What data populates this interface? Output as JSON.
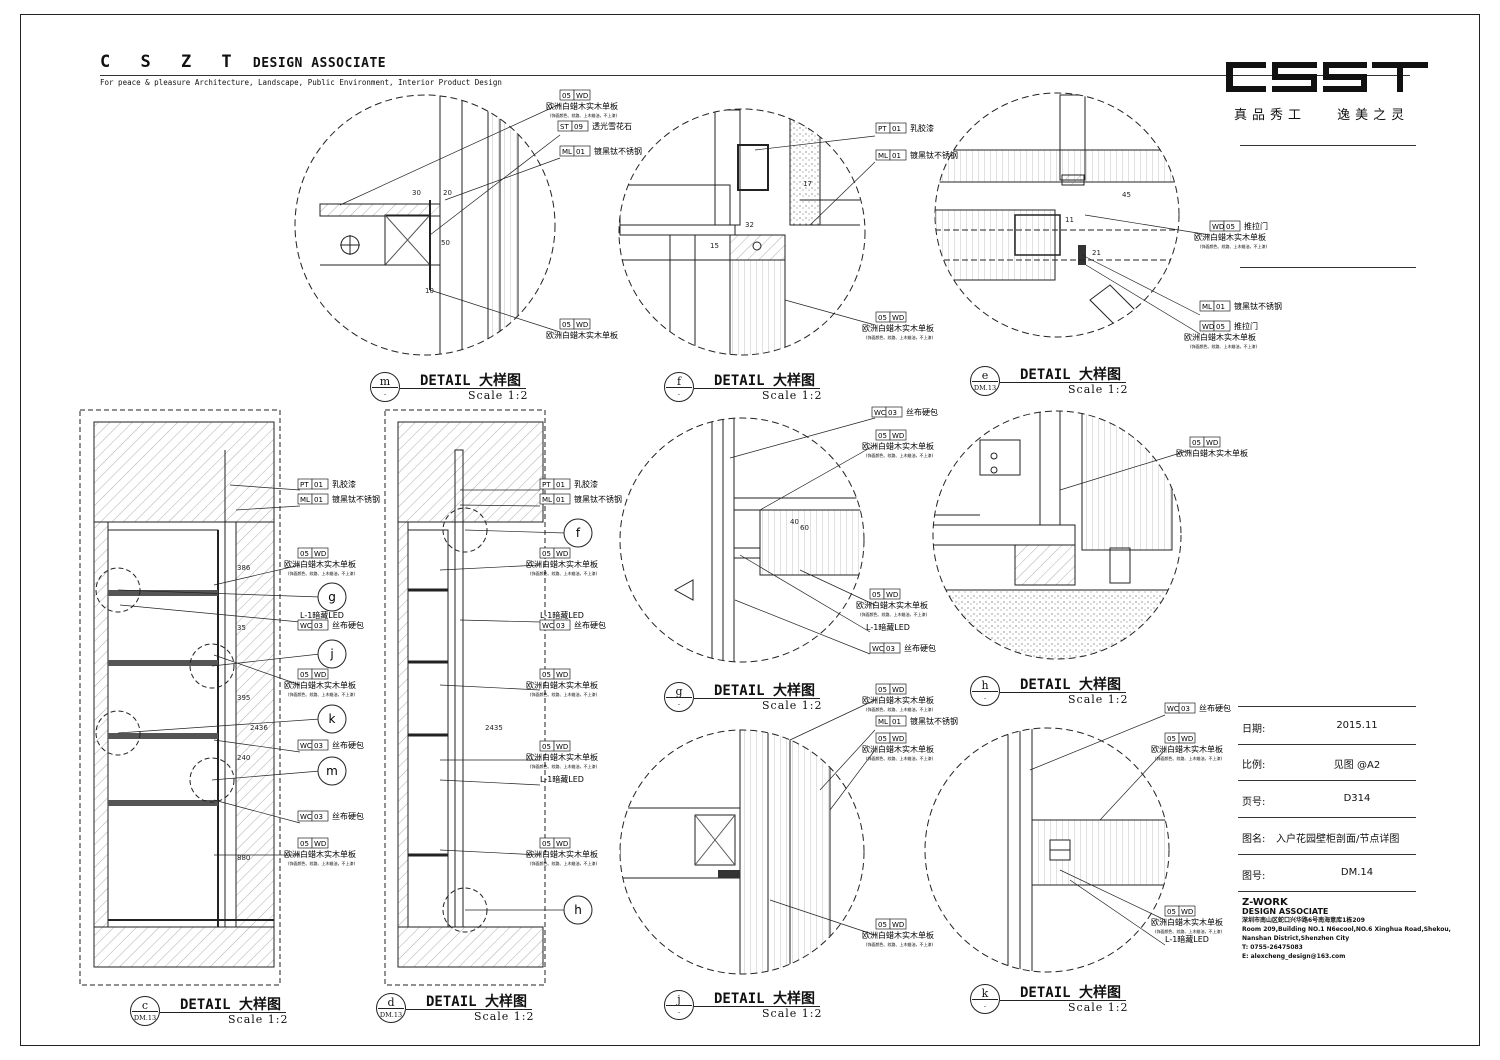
{
  "header": {
    "brand_spaced": "C S Z T",
    "brand_rest": "DESIGN ASSOCIATE",
    "tagline": "For peace & pleasure Architecture, Landscape, Public Environment, Interior Product Design"
  },
  "logo": {
    "slogan_left": "真品秀工",
    "slogan_right": "逸美之灵"
  },
  "captions": [
    {
      "id": "m",
      "letter": "m",
      "ref": "-",
      "title": "DETAIL 大样图",
      "scale": "Scale 1:2"
    },
    {
      "id": "f",
      "letter": "f",
      "ref": "-",
      "title": "DETAIL 大样图",
      "scale": "Scale 1:2"
    },
    {
      "id": "e",
      "letter": "e",
      "ref": "DM.13",
      "title": "DETAIL 大样图",
      "scale": "Scale 1:2"
    },
    {
      "id": "g",
      "letter": "g",
      "ref": "-",
      "title": "DETAIL 大样图",
      "scale": "Scale 1:2"
    },
    {
      "id": "h",
      "letter": "h",
      "ref": "-",
      "title": "DETAIL 大样图",
      "scale": "Scale 1:2"
    },
    {
      "id": "j",
      "letter": "j",
      "ref": "-",
      "title": "DETAIL 大样图",
      "scale": "Scale 1:2"
    },
    {
      "id": "k",
      "letter": "k",
      "ref": "-",
      "title": "DETAIL 大样图",
      "scale": "Scale 1:2"
    },
    {
      "id": "c",
      "letter": "c",
      "ref": "DM.13",
      "title": "DETAIL 大样图",
      "scale": "Scale 1:2"
    },
    {
      "id": "d",
      "letter": "d",
      "ref": "DM.13",
      "title": "DETAIL 大样图",
      "scale": "Scale 1:2"
    }
  ],
  "materials": {
    "wd05": {
      "code": "05",
      "type": "WD",
      "name": "欧洲白蜡木实木单板",
      "note": "(饰面颜色、纹路、上木蜡油，不上漆)"
    },
    "st09": {
      "code": "ST",
      "type": "09",
      "name": "透光雪花石"
    },
    "ml01": {
      "code": "ML",
      "type": "01",
      "name": "镀黑钛不锈钢"
    },
    "pt01": {
      "code": "PT",
      "type": "01",
      "name": "乳胶漆"
    },
    "wc03": {
      "code": "WC",
      "type": "03",
      "name": "丝布硬包"
    },
    "wd05_door": {
      "code": "WD",
      "type": "05",
      "name": "推拉门"
    },
    "led": {
      "name": "L-1暗藏LED"
    }
  },
  "callout_refs": [
    "g",
    "j",
    "k",
    "m",
    "f",
    "h"
  ],
  "dimensions": [
    "30",
    "20",
    "15",
    "50",
    "10",
    "17",
    "32",
    "45",
    "11",
    "21",
    "60",
    "40",
    "35",
    "2436",
    "2435",
    "240",
    "880",
    "395",
    "386"
  ],
  "title_block": {
    "date_label": "日期:",
    "date_value": "2015.11",
    "scale_label": "比例:",
    "scale_value": "见图 @A2",
    "page_label": "页号:",
    "page_value": "D314",
    "drawing_name_label": "图名:",
    "drawing_name_value": "入户花园壁柜剖面/节点详图",
    "drawing_no_label": "图号:",
    "drawing_no_value": "DM.14"
  },
  "company": {
    "name": "Z-WORK",
    "sub": "DESIGN ASSOCIATE",
    "address_cn": "深圳市南山区蛇口兴华路6号南海意库1栋209",
    "address_en_1": "Room 209,Building NO.1 N6ecool,NO.6 Xinghua Road,Shekou,",
    "address_en_2": "Nanshan District,Shenzhen City",
    "tel": "T: 0755-26475083",
    "email": "E: alexcheng_design@163.com"
  }
}
